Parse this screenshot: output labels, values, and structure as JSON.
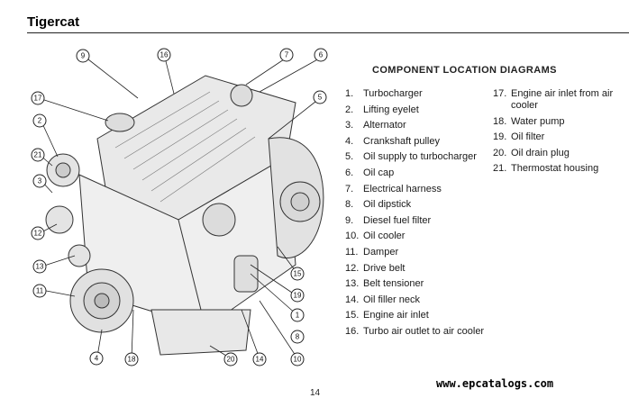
{
  "header": {
    "title": "Tigercat"
  },
  "section_heading": "COMPONENT LOCATION DIAGRAMS",
  "legend_col1": [
    {
      "num": "1.",
      "label": "Turbocharger"
    },
    {
      "num": "2.",
      "label": "Lifting eyelet"
    },
    {
      "num": "3.",
      "label": "Alternator"
    },
    {
      "num": "4.",
      "label": "Crankshaft pulley"
    },
    {
      "num": "5.",
      "label": "Oil supply to turbocharger"
    },
    {
      "num": "6.",
      "label": "Oil cap"
    },
    {
      "num": "7.",
      "label": "Electrical harness"
    },
    {
      "num": "8.",
      "label": "Oil dipstick"
    },
    {
      "num": "9.",
      "label": "Diesel fuel filter"
    },
    {
      "num": "10.",
      "label": "Oil cooler"
    },
    {
      "num": "11.",
      "label": "Damper"
    },
    {
      "num": "12.",
      "label": "Drive belt"
    },
    {
      "num": "13.",
      "label": "Belt tensioner"
    },
    {
      "num": "14.",
      "label": "Oil filler neck"
    },
    {
      "num": "15.",
      "label": "Engine air inlet"
    },
    {
      "num": "16.",
      "label": "Turbo air outlet to air cooler"
    }
  ],
  "legend_col2": [
    {
      "num": "17.",
      "label": "Engine air inlet from air cooler"
    },
    {
      "num": "18.",
      "label": "Water pump"
    },
    {
      "num": "19.",
      "label": "Oil filter"
    },
    {
      "num": "20.",
      "label": "Oil drain plug"
    },
    {
      "num": "21.",
      "label": "Thermostat housing"
    }
  ],
  "callouts": [
    "9",
    "16",
    "7",
    "6",
    "17",
    "2",
    "5",
    "21",
    "3",
    "12",
    "13",
    "11",
    "4",
    "18",
    "20",
    "14",
    "8",
    "1",
    "19",
    "15"
  ],
  "page_number": "14",
  "watermark": "www.epcatalogs.com"
}
